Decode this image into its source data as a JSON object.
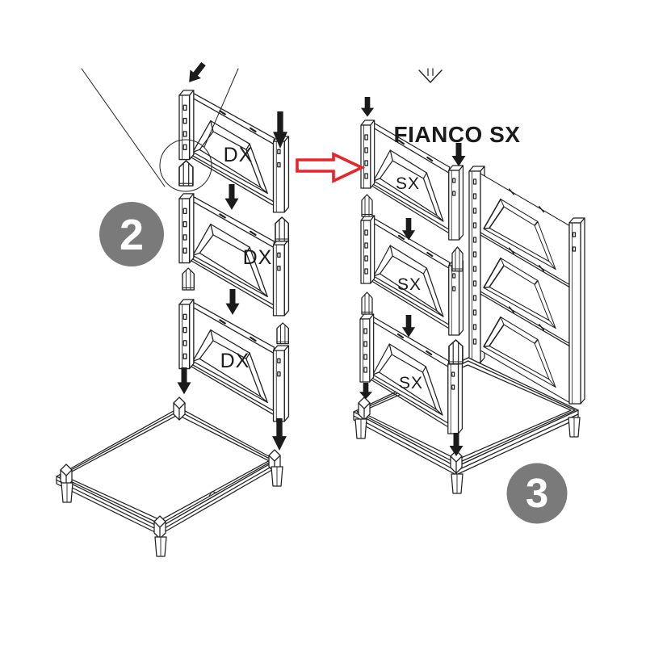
{
  "diagram": {
    "background": "#ffffff",
    "line_color": "#222222",
    "badge_color": "#7a7a7a",
    "arrow_red": "#e8242a",
    "step2": {
      "badge": "2",
      "panel_labels": [
        "DX",
        "DX",
        "DX"
      ]
    },
    "step3": {
      "badge": "3",
      "heading": "FIANCO SX",
      "panel_labels": [
        "SX",
        "SX",
        "SX"
      ]
    }
  }
}
